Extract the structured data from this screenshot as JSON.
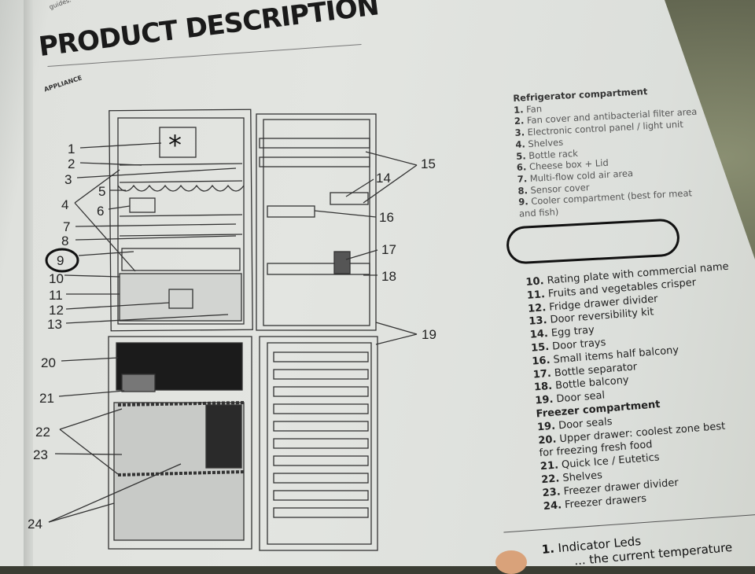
{
  "page": {
    "corner_text": "guides.",
    "title": "PRODUCT DESCRIPTION",
    "subtitle": "APPLIANCE"
  },
  "diagram": {
    "labels": [
      "1",
      "2",
      "3",
      "4",
      "5",
      "6",
      "7",
      "8",
      "9",
      "10",
      "11",
      "12",
      "13",
      "14",
      "15",
      "16",
      "17",
      "18",
      "19",
      "20",
      "21",
      "22",
      "23",
      "24"
    ]
  },
  "legend": {
    "fridge_heading": "Refrigerator compartment",
    "fridge_items": [
      {
        "num": "1.",
        "text": "Fan"
      },
      {
        "num": "2.",
        "text": "Fan cover and antibacterial filter area"
      },
      {
        "num": "3.",
        "text": "Electronic control panel / light unit"
      },
      {
        "num": "4.",
        "text": "Shelves"
      },
      {
        "num": "5.",
        "text": "Bottle rack"
      },
      {
        "num": "6.",
        "text": "Cheese box + Lid"
      },
      {
        "num": "7.",
        "text": "Multi-flow cold air area"
      },
      {
        "num": "8.",
        "text": "Sensor cover"
      },
      {
        "num": "9.",
        "text": "Cooler compartment (best for meat and fish)"
      }
    ],
    "fridge_items_2": [
      {
        "num": "10.",
        "text": "Rating plate with commercial name"
      },
      {
        "num": "11.",
        "text": "Fruits and vegetables crisper"
      },
      {
        "num": "12.",
        "text": "Fridge drawer divider"
      },
      {
        "num": "13.",
        "text": "Door reversibility kit"
      },
      {
        "num": "14.",
        "text": "Egg tray"
      },
      {
        "num": "15.",
        "text": "Door trays"
      },
      {
        "num": "16.",
        "text": "Small items half balcony"
      },
      {
        "num": "17.",
        "text": "Bottle separator"
      },
      {
        "num": "18.",
        "text": "Bottle balcony"
      },
      {
        "num": "19.",
        "text": "Door seal"
      }
    ],
    "freezer_heading": "Freezer compartment",
    "freezer_items": [
      {
        "num": "19.",
        "text": "Door seals"
      },
      {
        "num": "20.",
        "text": "Upper drawer: coolest zone best for freezing fresh food"
      },
      {
        "num": "21.",
        "text": "Quick Ice / Eutetics"
      },
      {
        "num": "22.",
        "text": "Shelves"
      },
      {
        "num": "23.",
        "text": "Freezer drawer divider"
      },
      {
        "num": "24.",
        "text": "Freezer drawers"
      }
    ]
  },
  "controls": {
    "items": [
      {
        "num": "1.",
        "text": "Indicator Leds"
      },
      {
        "num": "",
        "text": "... the current temperature"
      }
    ]
  }
}
